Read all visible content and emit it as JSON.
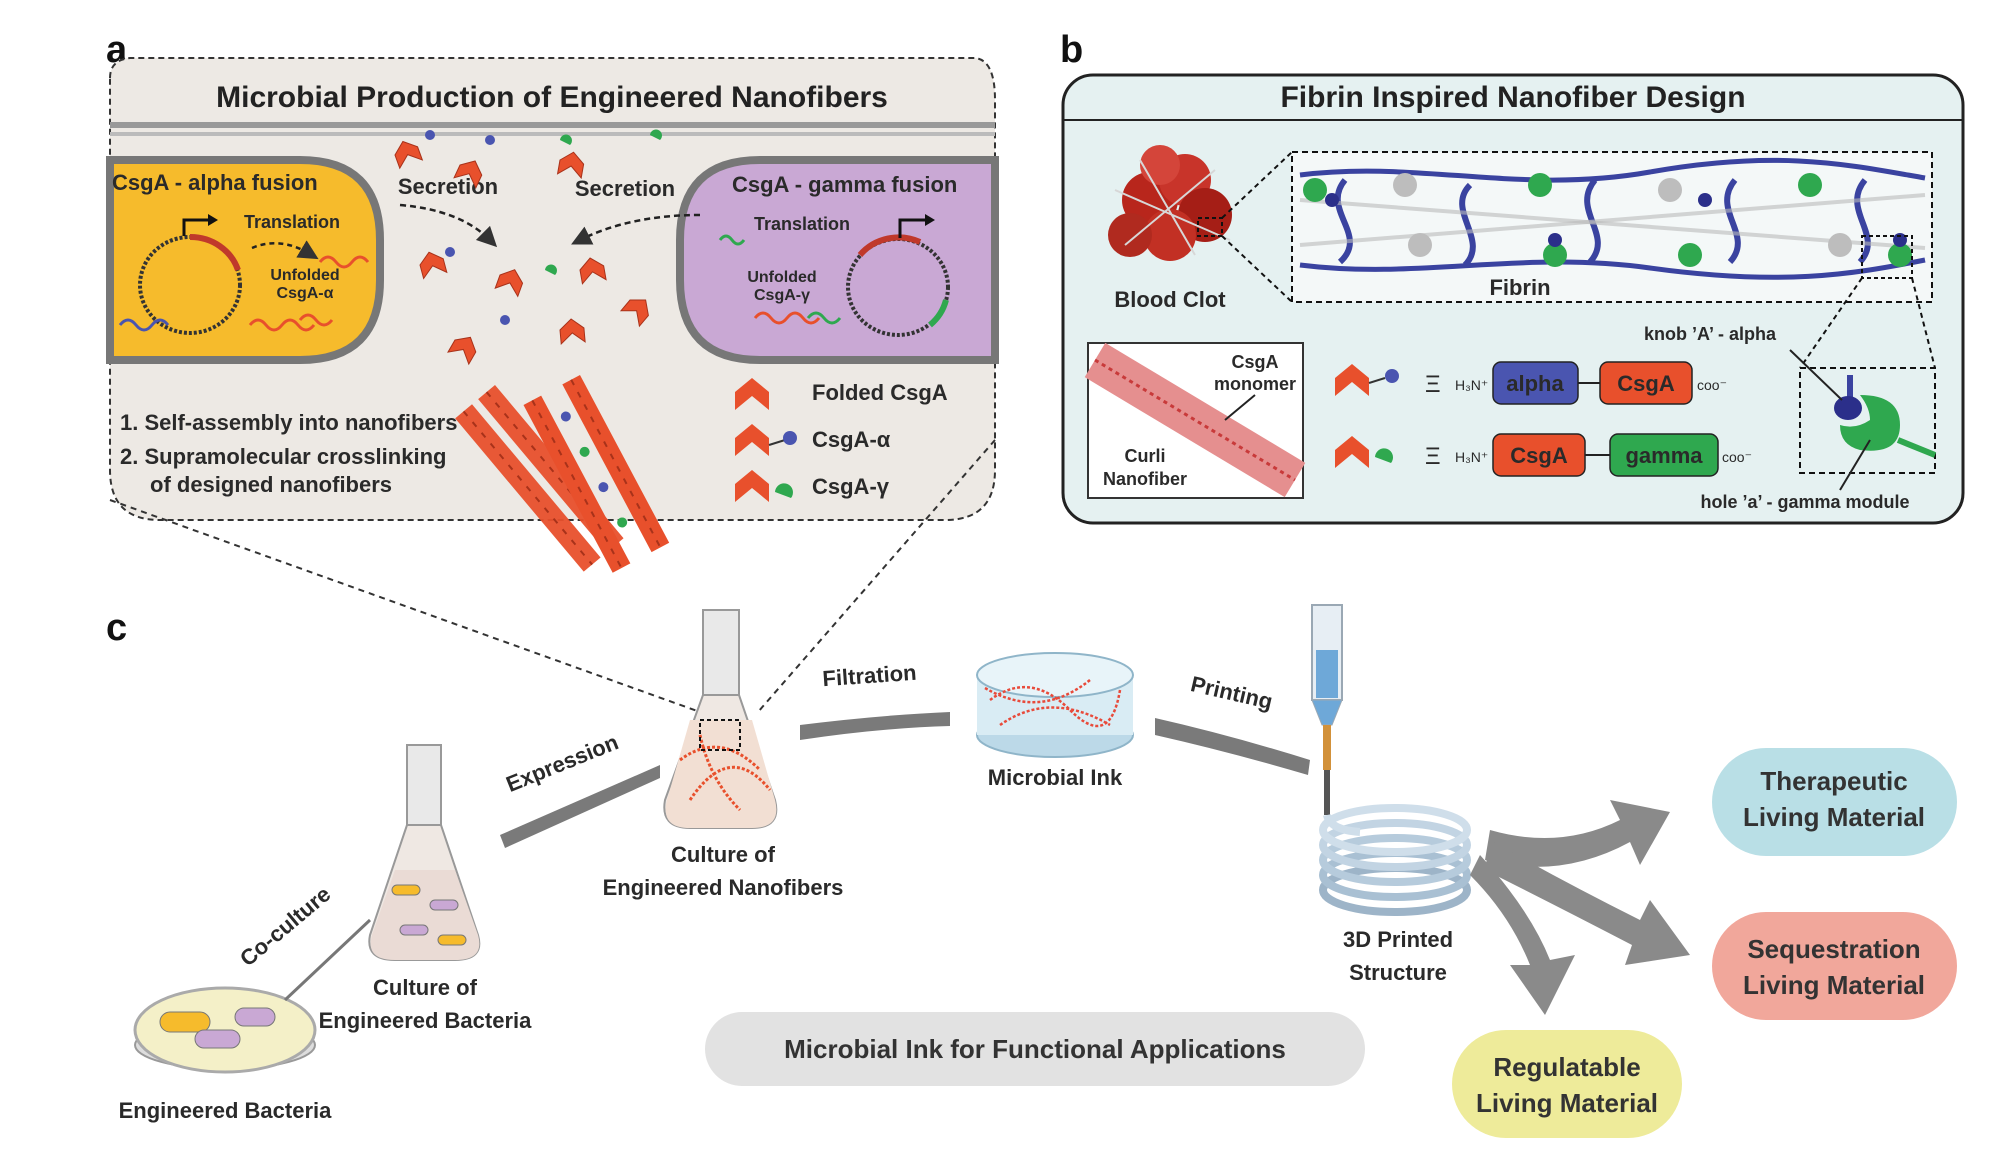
{
  "panel_letters": {
    "a": "a",
    "b": "b",
    "c": "c"
  },
  "panel_a": {
    "title": "Microbial Production of Engineered Nanofibers",
    "left_cell": {
      "title": "CsgA - alpha fusion",
      "translation": "Translation",
      "unfolded": [
        "Unfolded",
        "CsgA-α"
      ]
    },
    "right_cell": {
      "title": "CsgA - gamma fusion",
      "translation": "Translation",
      "unfolded": [
        "Unfolded",
        "CsgA-γ"
      ]
    },
    "secretion_left": "Secretion",
    "secretion_right": "Secretion",
    "steps": [
      "1.  Self-assembly into nanofibers",
      "2.  Supramolecular crosslinking",
      "of designed nanofibers"
    ],
    "legend": [
      "Folded CsgA",
      "CsgA-α",
      "CsgA-γ"
    ]
  },
  "panel_b": {
    "title": "Fibrin Inspired Nanofiber Design",
    "blood_clot": "Blood Clot",
    "fibrin": "Fibrin",
    "csga_monomer": [
      "CsgA",
      "monomer"
    ],
    "curli": [
      "Curli",
      "Nanofiber"
    ],
    "knob": "knob ’A’ - alpha",
    "hole": "hole ’a’ - gamma module",
    "construct_alpha": {
      "equiv": "Ξ",
      "n_term": "H₃N⁺",
      "box1": "alpha",
      "box2": "CsgA",
      "c_term": "coo⁻"
    },
    "construct_gamma": {
      "equiv": "Ξ",
      "n_term": "H₃N⁺",
      "box1": "CsgA",
      "box2": "gamma",
      "c_term": "coo⁻"
    }
  },
  "panel_c": {
    "engineered_bacteria": "Engineered Bacteria",
    "coculture": "Co-culture",
    "culture_bacteria": [
      "Culture of",
      "Engineered Bacteria"
    ],
    "expression": "Expression",
    "culture_nanofibers": [
      "Culture of",
      "Engineered Nanofibers"
    ],
    "filtration": "Filtration",
    "microbial_ink": "Microbial Ink",
    "printing": "Printing",
    "printed": [
      "3D Printed",
      "Structure"
    ],
    "banner": "Microbial Ink for Functional Applications",
    "outcomes": [
      {
        "lines": [
          "Therapeutic",
          "Living Material"
        ],
        "color": "#b9dfe6"
      },
      {
        "lines": [
          "Sequestration",
          "Living Material"
        ],
        "color": "#f1a79b"
      },
      {
        "lines": [
          "Regulatable",
          "Living Material"
        ],
        "color": "#eeeb9a"
      }
    ]
  },
  "colors": {
    "csga": "#e8502c",
    "alpha": "#4a55b0",
    "gamma": "#2fa84f",
    "left_cell": "#f6bb2c",
    "right_cell": "#c9a8d4",
    "panel_a_bg": "#ede9e4",
    "panel_b_bg": "#e5f1f1"
  }
}
